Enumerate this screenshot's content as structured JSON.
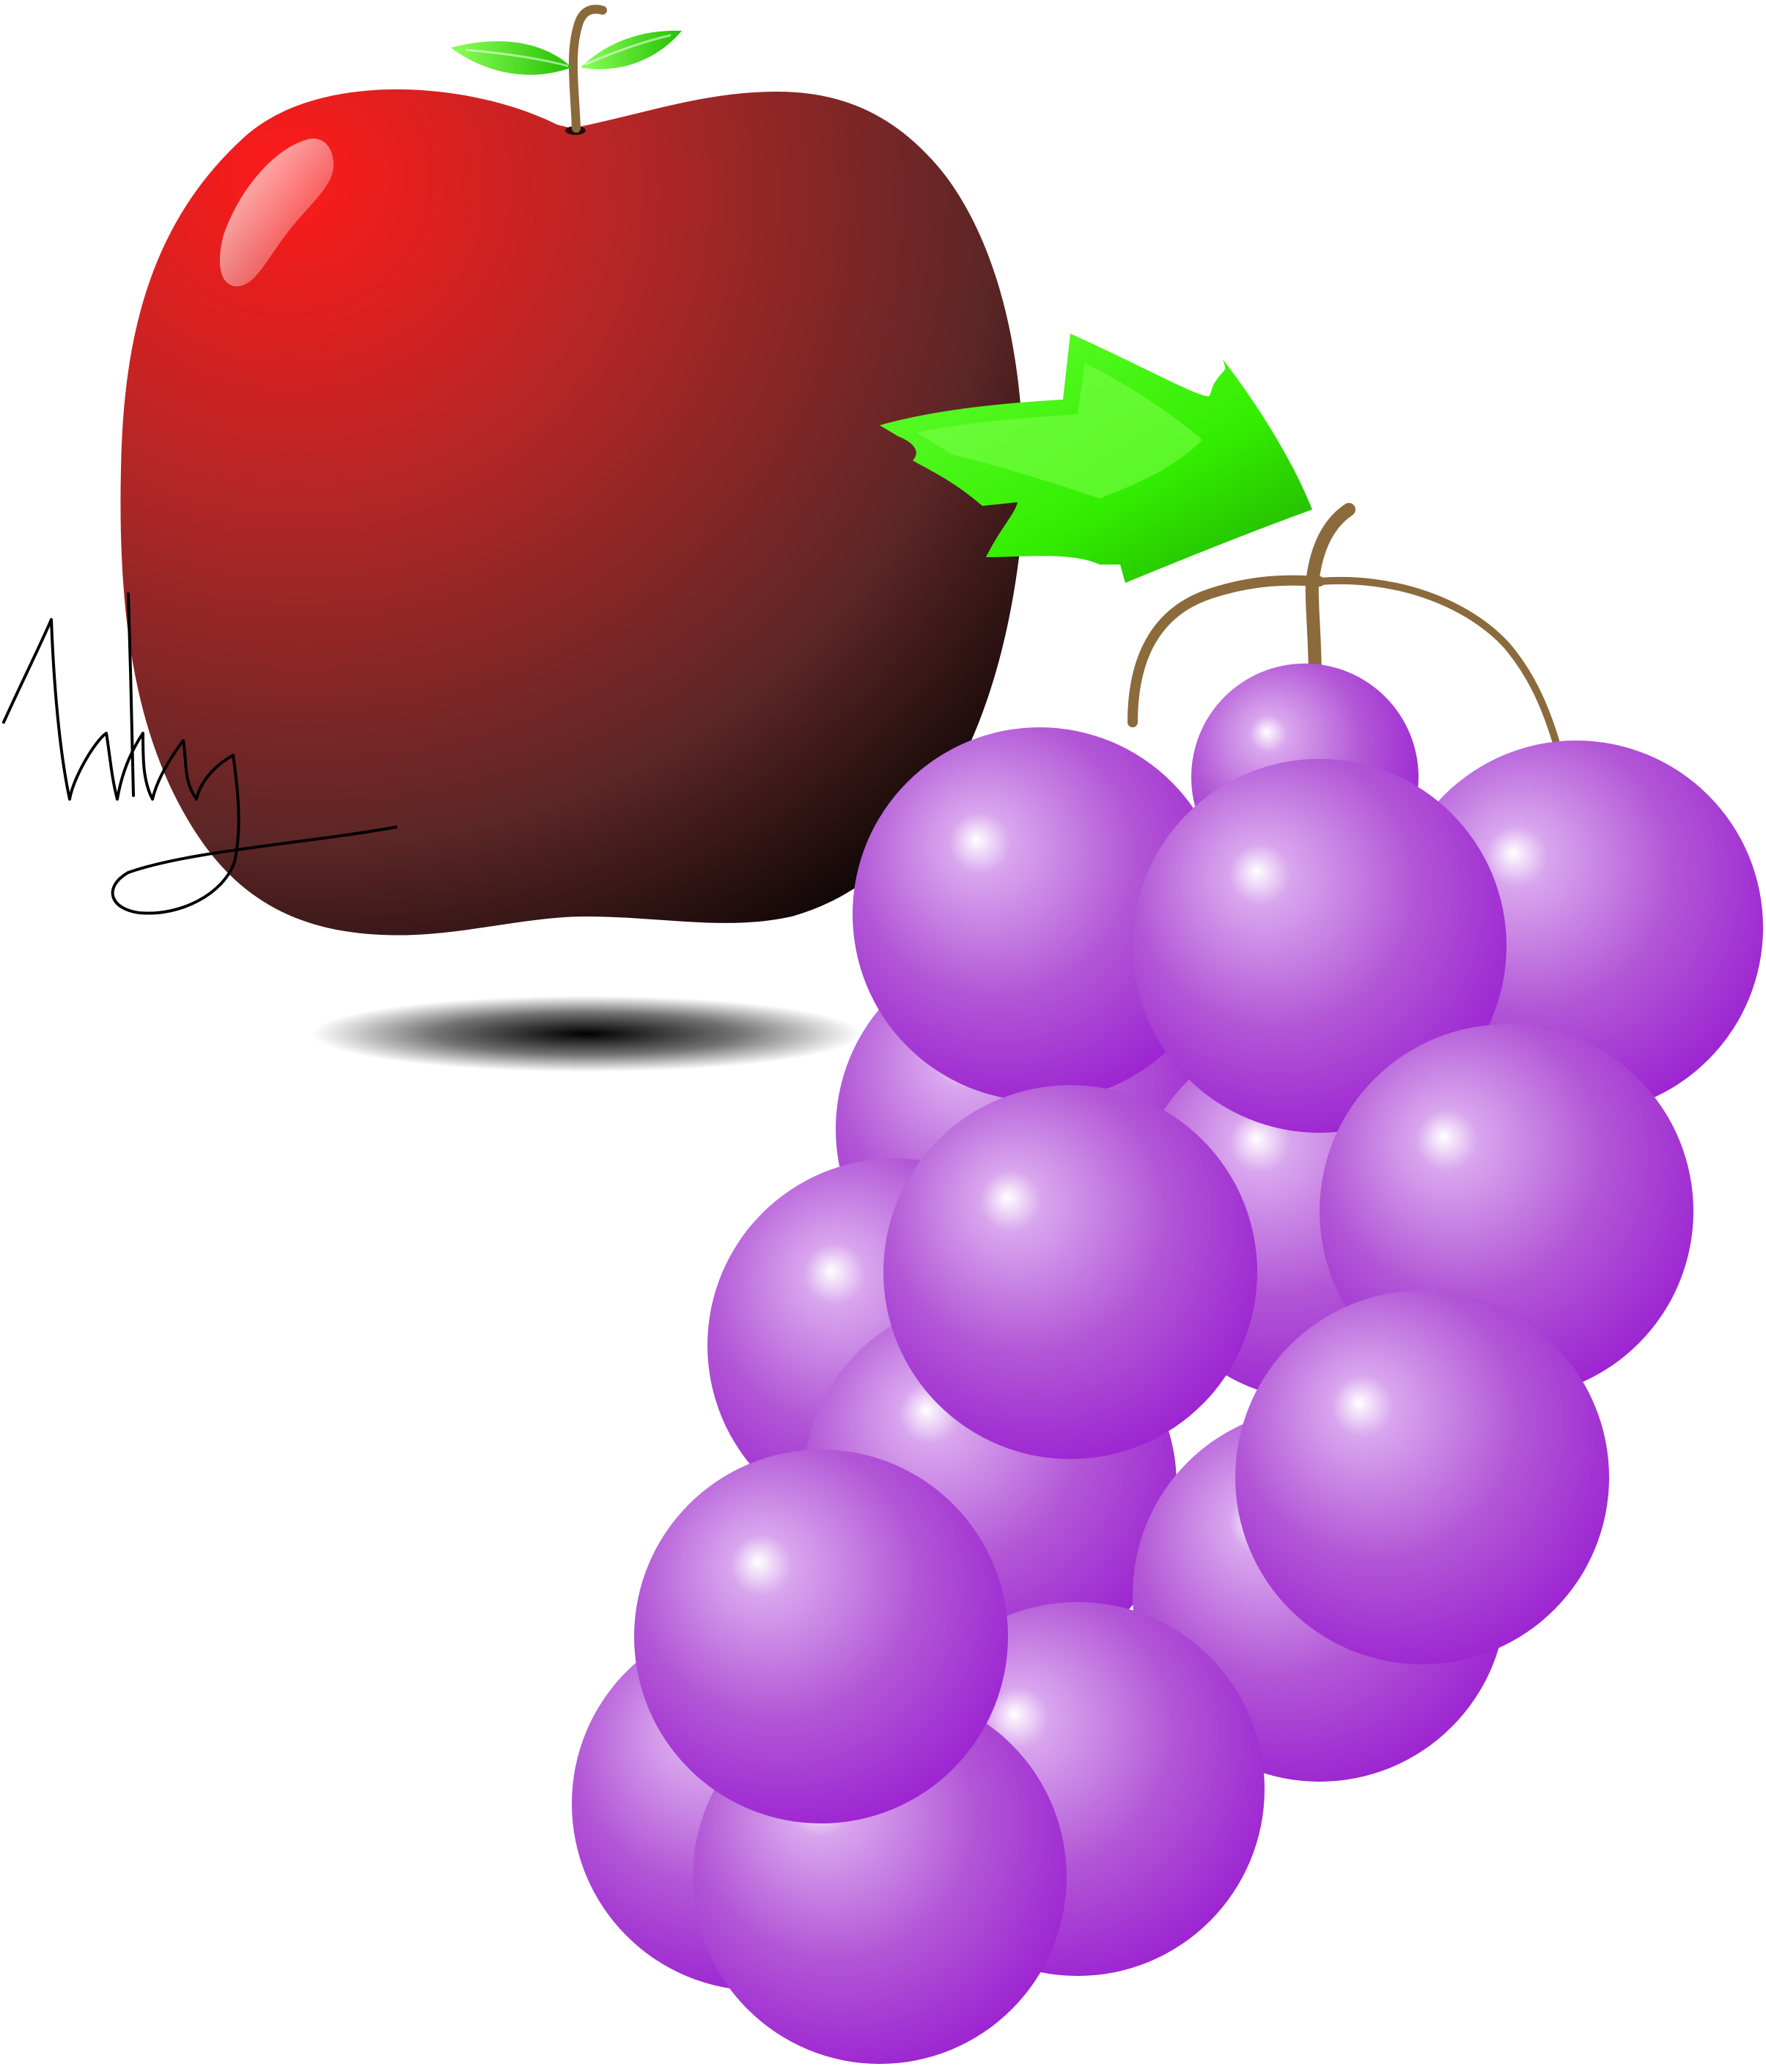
{
  "scene": {
    "background": "#ffffff",
    "objects": [
      "apple",
      "apple-shadow",
      "leaf-arrow",
      "grape-bunch",
      "signature"
    ]
  },
  "apple": {
    "colors": {
      "highlight": "#ff1a1a",
      "body": "#b52626",
      "dark": "#5c2626",
      "shadow_edge": "#000000"
    },
    "leaf_color": "#38e000",
    "stem_color": "#8a6a3a"
  },
  "leaf_arrow": {
    "colors": {
      "light": "#66ff33",
      "mid": "#33ee00",
      "dark": "#1faa00"
    }
  },
  "grapes": {
    "count": 17,
    "colors": {
      "highlight": "#ffffff",
      "light": "#d9a6ee",
      "mid": "#b257d6",
      "dark": "#9a1fd1"
    },
    "stem_color": "#8b6a3c"
  },
  "signature": {
    "ink_color": "#000000"
  }
}
